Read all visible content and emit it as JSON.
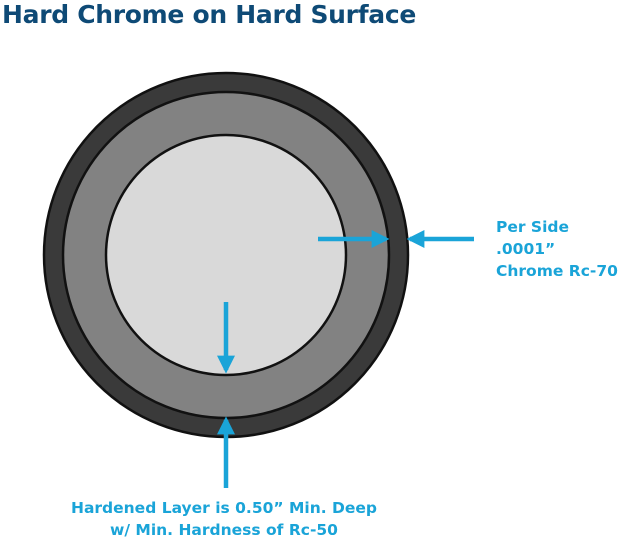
{
  "title": "Hard Chrome on Hard Surface",
  "colors": {
    "title": "#0e4a76",
    "accent": "#1aa4d8",
    "outer_ring": "#3a3a3a",
    "middle_ring": "#828282",
    "core": "#d9d9d9",
    "stroke": "#111111"
  },
  "labels": {
    "chrome": {
      "line1": "Per Side .0001”",
      "line2": "Chrome Rc-70"
    },
    "hardened": {
      "line1": "Hardened Layer is 0.50” Min. Deep",
      "line2": "w/ Min. Hardness of Rc-50"
    }
  }
}
